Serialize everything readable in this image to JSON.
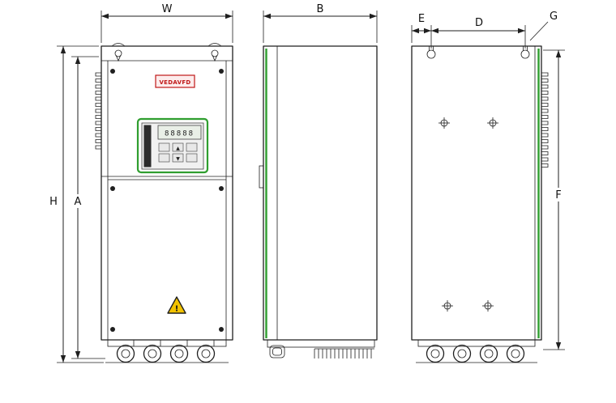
{
  "dimensions": {
    "W": "W",
    "B": "B",
    "H": "H",
    "A": "A",
    "E": "E",
    "D": "D",
    "G": "G",
    "F": "F"
  },
  "front_panel": {
    "logo": "VEDAVFD",
    "display": "88888",
    "button_up": "▲",
    "button_down": "▼",
    "warning": "!"
  },
  "colors": {
    "line": "#1f1f1f",
    "accent_green": "#2f9e2f",
    "logo_red": "#c01818",
    "warning_yellow": "#f2c200",
    "display_bg": "#e9efe7"
  }
}
